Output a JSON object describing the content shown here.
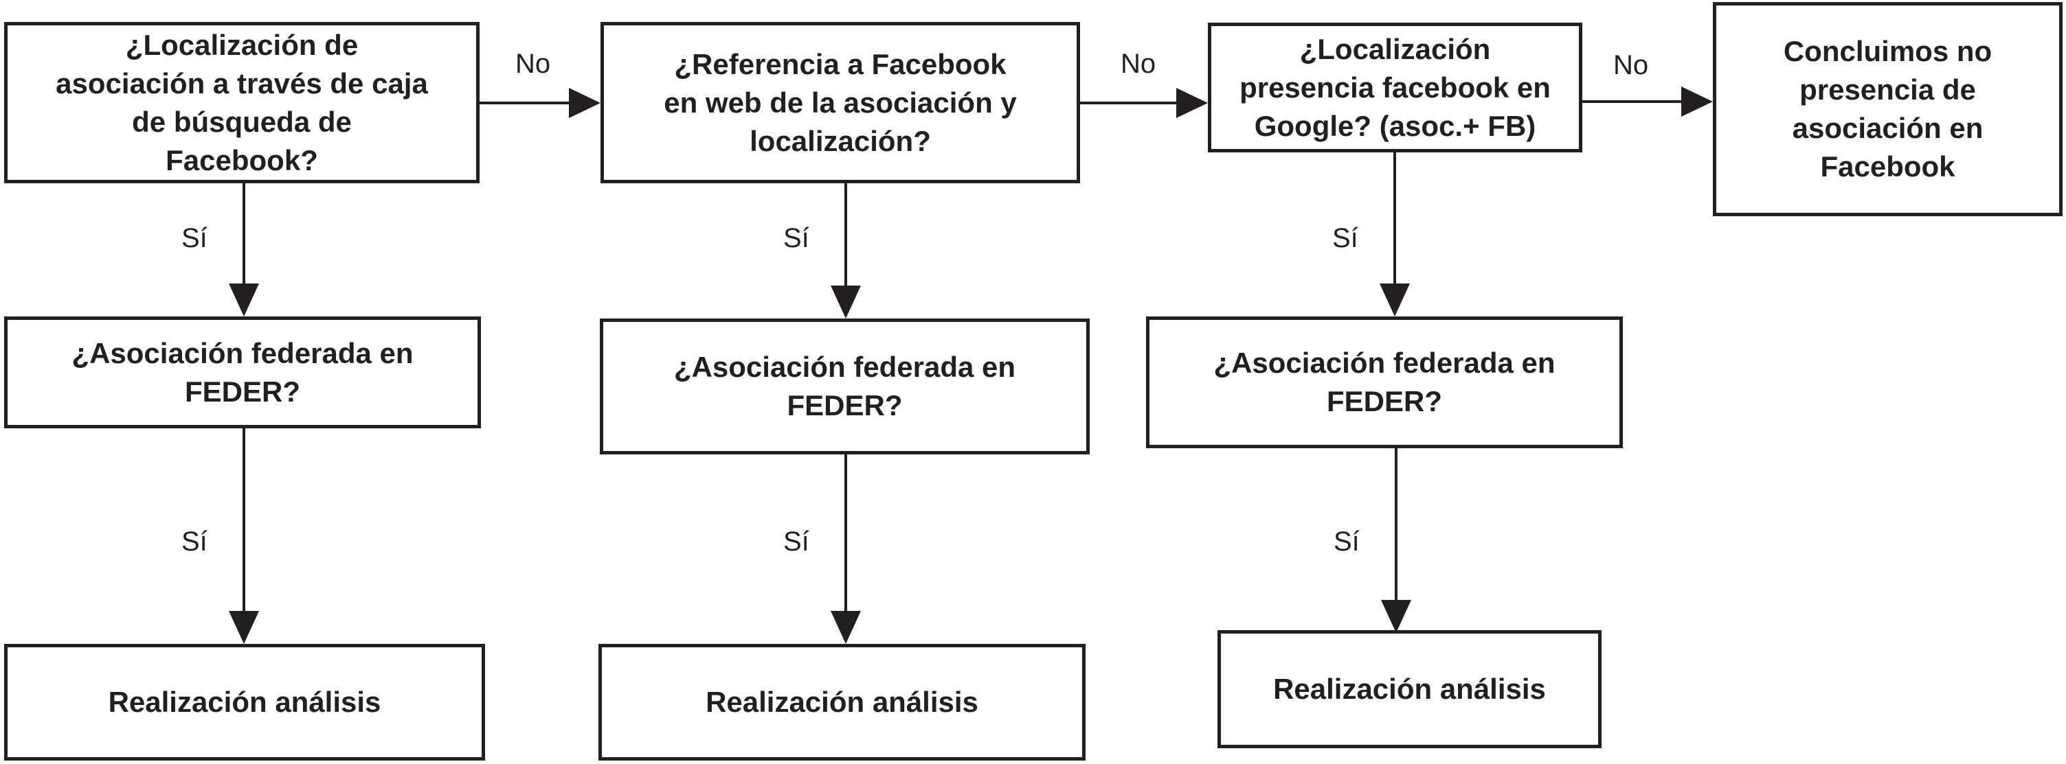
{
  "colors": {
    "line": "#231f20",
    "text": "#231f20",
    "bg": "#ffffff"
  },
  "labels": {
    "yes": "Sí",
    "no": "No"
  },
  "nodes": {
    "q_facebook_search": {
      "text": "¿Localización de\nasociación a través de caja\nde búsqueda de\nFacebook?"
    },
    "q_web_reference": {
      "text": "¿Referencia a Facebook\nen web de la asociación y\nlocalización?"
    },
    "q_google_presence": {
      "text": "¿Localización\npresencia facebook en\nGoogle? (asoc.+ FB)"
    },
    "conclusion_no_presence": {
      "text": "Concluimos no\npresencia de\nasociación en\nFacebook"
    },
    "q_feder_1": {
      "text": "¿Asociación federada en\nFEDER?"
    },
    "q_feder_2": {
      "text": "¿Asociación federada en\nFEDER?"
    },
    "q_feder_3": {
      "text": "¿Asociación federada en\nFEDER?"
    },
    "analysis_1": {
      "text": "Realización análisis"
    },
    "analysis_2": {
      "text": "Realización análisis"
    },
    "analysis_3": {
      "text": "Realización análisis"
    }
  }
}
